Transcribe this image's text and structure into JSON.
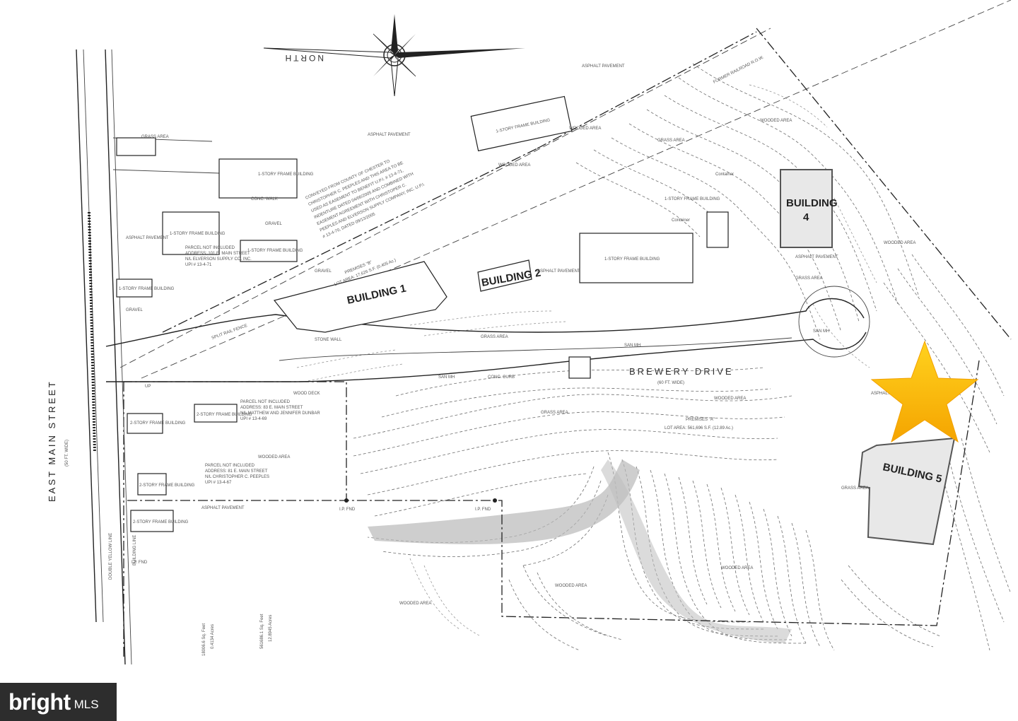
{
  "compass": {
    "label": "NORTH"
  },
  "street": {
    "name": "EAST MAIN STREET",
    "width": "(50 FT. WIDE)"
  },
  "drive": {
    "name": "BREWERY DRIVE",
    "width": "(60 FT. WIDE)"
  },
  "buildings": {
    "b1": "BUILDING 1",
    "b2": "BUILDING 2",
    "b4_line1": "BUILDING",
    "b4_line2": "4",
    "b5": "BUILDING 5"
  },
  "structures": {
    "frame1": "1-STORY\nFRAME BUILDING",
    "frame_top": "1-STORY FRAME BUILDING",
    "frame_mid": "1-STORY FRAME BUILDING",
    "frame_left": "1-STORY FRAME BUILDING",
    "frame_gravel": "1-STORY FRAME BUILDING",
    "frame_center": "1-STORY FRAME BUILDING",
    "frame_small": "1-STORY FRAME BUILDING",
    "two_story_1": "2-STORY FRAME BUILDING",
    "two_story_2": "2-STORY FRAME BUILDING",
    "two_story_3": "2-STORY FRAME BUILDING",
    "two_story_4": "2-STORY FRAME BUILDING"
  },
  "areas": {
    "asphalt_top": "ASPHALT PAVEMENT",
    "asphalt_left": "ASPHALT PAVEMENT",
    "asphalt_mid": "ASPHALT PAVEMENT",
    "asphalt_center": "ASPHALT PAVEMENT",
    "asphalt_b4": "ASPHALT PAVEMENT",
    "asphalt_b5": "ASPHALT PAVEMENT",
    "asphalt_low": "ASPHALT PAVEMENT",
    "grass_top": "GRASS AREA",
    "grass_mid": "GRASS AREA",
    "grass_b4": "GRASS AREA",
    "grass_b5": "GRASS AREA",
    "grass_road": "GRASS AREA",
    "grass_low": "GRASS AREA",
    "wooded_1": "WOODED AREA",
    "wooded_2": "WOODED AREA",
    "wooded_3": "WOODED AREA",
    "wooded_4": "WOODED AREA",
    "wooded_5": "WOODED AREA",
    "wooded_6": "WOODED AREA",
    "wooded_7": "WOODED AREA",
    "wooded_8": "WOODED AREA",
    "wooded_9": "WOODED AREA",
    "gravel_1": "GRAVEL",
    "gravel_2": "GRAVEL",
    "gravel_3": "GRAVEL",
    "conc_walk": "CONC. WALK",
    "conc_curb": "CONC. CURB",
    "container_1": "Container",
    "container_2": "Container",
    "rr": "FORMER RAILROAD R.O.W."
  },
  "notes": {
    "easement_1": "CONVEYED FROM COUNTY OF CHESTER TO",
    "easement_2": "CHRISTOPHER C. PEEPLES AND THIS AREA TO BE",
    "easement_3": "USED AS EASEMENT TO BENEFIT U.P.I. # 13-4-71,",
    "easement_4": "INDENTURE DATED 04/06/2005 AND COMBINED WITH",
    "easement_5": "EASEMENT AGREEMENT WITH CHRISTOPER C.",
    "easement_6": "PEEPLES AND ELVERSON SUPPLY COMPANY, INC. U.P.I.",
    "easement_7": "# 13-4-70, DATED 09/13/2005",
    "premises_b_1": "PREMISES \"B\"",
    "premises_b_2": "LOT AREA: 17,626 S.F. (0.405 Ac.)",
    "premises_a_1": "PREMISES \"A\"",
    "premises_a_2": "LOT AREA: 561,696 S.F. (12.89 Ac.)",
    "parcel1_1": "PARCEL NOT INCLUDED",
    "parcel1_2": "ADDRESS: 101 E. MAIN STREET",
    "parcel1_3": "N/L ELVERSON SUPPLY CO. INC.",
    "parcel1_4": "UPI # 13-4-71",
    "parcel2_1": "PARCEL NOT INCLUDED",
    "parcel2_2": "ADDRESS: 83 E. MAIN STREET",
    "parcel2_3": "N/L MATTHEW AND JENNIFER DUNBAR",
    "parcel2_4": "UPI # 13-4-69",
    "parcel3_1": "PARCEL NOT INCLUDED",
    "parcel3_2": "ADDRESS: 81 E. MAIN STREET",
    "parcel3_3": "N/L CHRISTOPHER C. PEEPLES",
    "parcel3_4": "UPI # 13-4-67",
    "area1_1": "18006.6 Sq. Feet",
    "area1_2": "0.4134 Acres",
    "area2_1": "561686.1 Sq. Feet",
    "area2_2": "12.8945 Acres",
    "ipfnd_1": "I.P. FND",
    "ipfnd_2": "I.P. FND",
    "ipfnd_3": "I.P. FND",
    "split_rail": "SPLIT RAIL FENCE",
    "stone_wall": "STONE WALL",
    "san_mh_1": "SAN MH",
    "san_mh_2": "SAN MH",
    "san_mh_3": "SAN MH",
    "wood_deck": "WOOD DECK",
    "utp": "UP",
    "dbl_yellow": "DOUBLE YELLOW LINE",
    "building_line": "BUILDING LINE"
  },
  "watermark": {
    "brand": "bright",
    "suffix": "MLS"
  },
  "colors": {
    "star_top": "#ffd21e",
    "star_bottom": "#f5a400",
    "line": "#222222"
  }
}
